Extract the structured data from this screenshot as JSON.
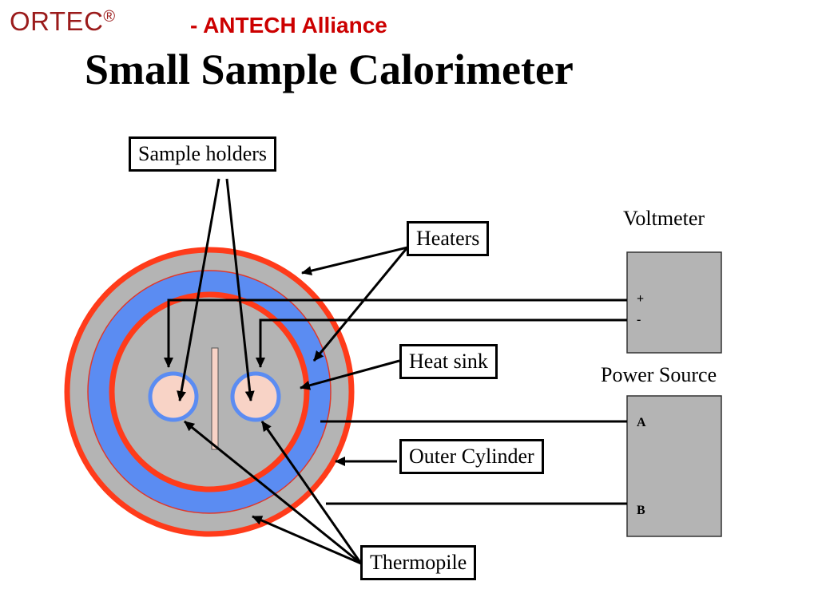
{
  "header": {
    "brand": "ORTEC",
    "brand_mark": "®",
    "alliance": "- ANTECH Alliance",
    "title": "Small Sample Calorimeter"
  },
  "labels": {
    "sample_holders": "Sample holders",
    "heaters": "Heaters",
    "heat_sink": "Heat sink",
    "outer_cylinder": "Outer Cylinder",
    "thermopile": "Thermopile",
    "voltmeter": "Voltmeter",
    "power_source": "Power Source"
  },
  "terminals": {
    "plus": "+",
    "minus": "-",
    "a": "A",
    "b": "B"
  },
  "colors": {
    "brand": "#9b1b1b",
    "alliance": "#cc0000",
    "heater_ring": "#ff3b1a",
    "blue_ring": "#5b8cf2",
    "body_gray": "#b4b4b4",
    "sample_fill": "#f8d3c6",
    "instrument_gray": "#b4b4b4"
  }
}
